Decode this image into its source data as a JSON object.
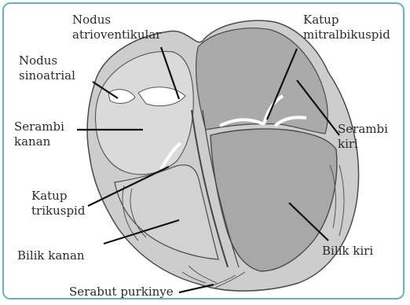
{
  "labels": {
    "nodus_av": [
      "Nodus",
      "atrioventikular"
    ],
    "nodus_sa": [
      "Nodus",
      "sinoatrial"
    ],
    "serambi_kanan": [
      "Serambi",
      "kanan"
    ],
    "katup_trikuspid": [
      "Katup",
      "trikuspid"
    ],
    "bilik_kanan": "Bilik kanan",
    "serabut_purkinye": "Serabut purkinye",
    "katup_mitral": [
      "Katup",
      "mitralbikuspid"
    ],
    "serambi_kiri": [
      "Serambi",
      "kiri"
    ],
    "bilik_kiri": "Bilik kiri"
  },
  "colors": {
    "frame_border": "#5fb6c8",
    "heart_fill": "#c9c9c9",
    "chamber_dark": "#a9a9a9",
    "outline": "#4a4a4a",
    "label_text": "#2a2a2a"
  }
}
